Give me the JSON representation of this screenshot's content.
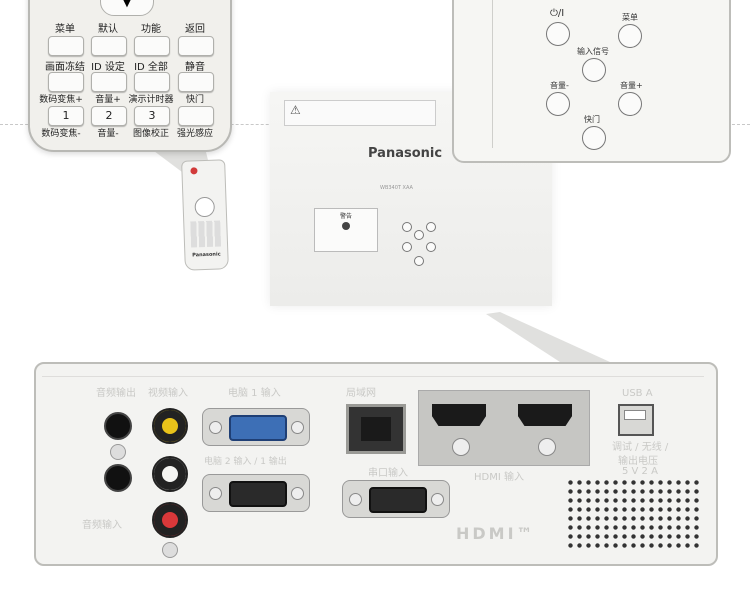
{
  "remote_keys": {
    "menu": "菜单",
    "default": "默认",
    "function": "功能",
    "return": "返回",
    "freeze": "画面冻结",
    "id_set": "ID 设定",
    "id_all": "ID 全部",
    "mute": "静音",
    "zoom_plus": "数码变焦+",
    "vol_plus": "音量+",
    "timer": "演示计时器",
    "shutter": "快门",
    "zoom_minus": "数码变焦-",
    "vol_minus": "音量-",
    "keystone": "图像校正",
    "daylight": "强光感应",
    "num1": "1",
    "num2": "2",
    "num3": "3"
  },
  "panel_keys": {
    "power": "⏻/Ⅰ",
    "menu": "菜单",
    "input": "输入信号",
    "vol_minus": "音量-",
    "vol_plus": "音量+",
    "shutter": "快门"
  },
  "projector": {
    "brand": "Panasonic",
    "model": "WB340T XAA",
    "warning": "警告",
    "remote_brand": "Panasonic"
  },
  "rear_panel": {
    "audio_out": "音频输出",
    "video_in": "视频输入",
    "pc1_in": "电脑 1 输入",
    "pc2_in": "电脑 2 输入 / 1 输出",
    "lan": "局域网",
    "serial_in": "串口输入",
    "hdmi_in": "HDMI 输入",
    "usb": "USB A",
    "usb_desc1": "调试 / 无线 /",
    "usb_desc2": "输出电压",
    "usb_desc3": "5 V 2 A",
    "audio_in": "音频输入",
    "hdmi_logo": "HDMI™"
  },
  "colors": {
    "vga_blue": "#3d6fb6",
    "rca_yellow": "#e8c21a",
    "rca_red": "#d9383a",
    "port_gray": "#c6c6c3"
  }
}
